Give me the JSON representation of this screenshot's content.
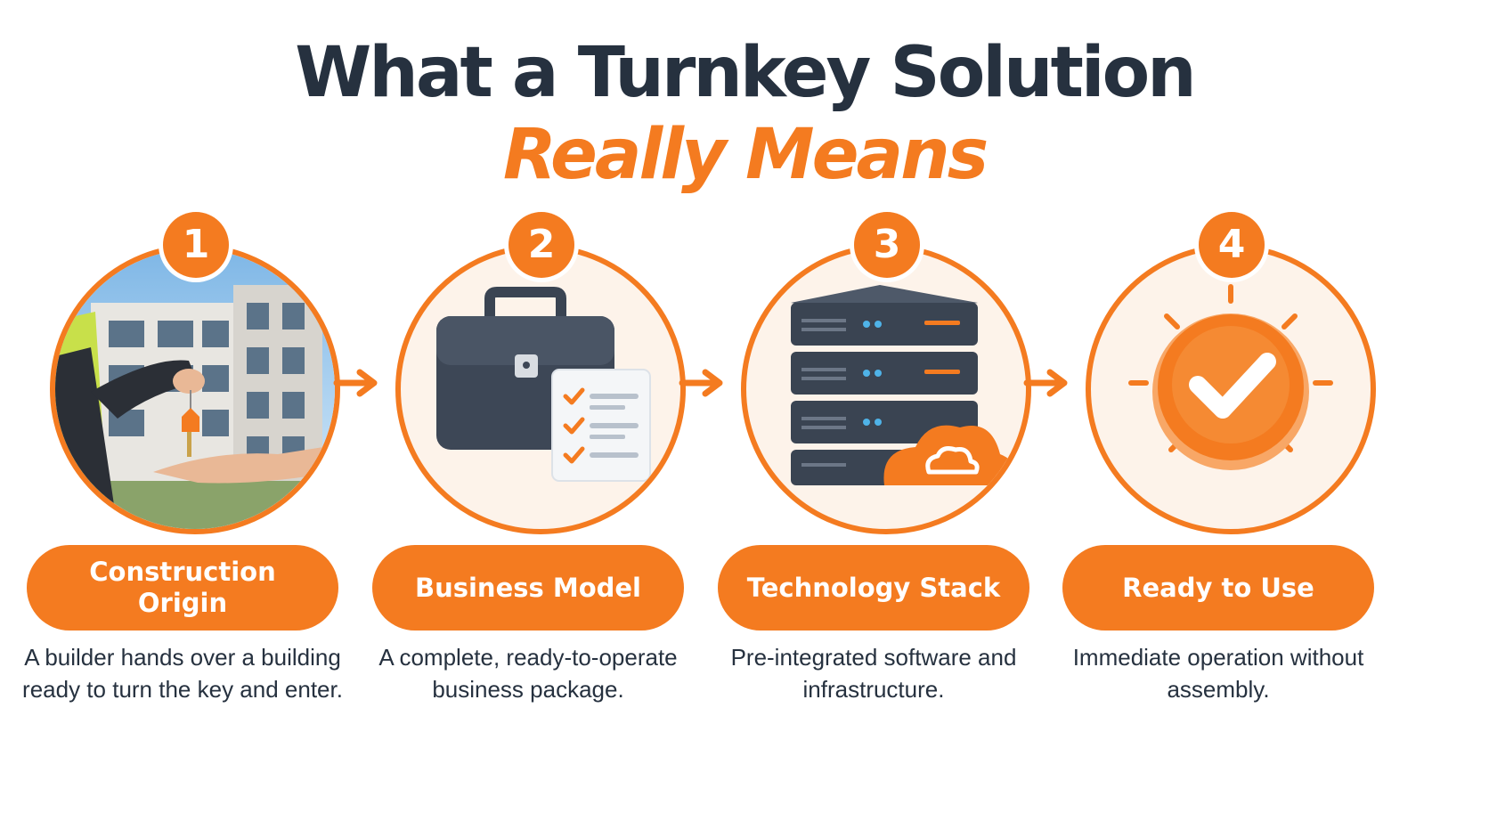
{
  "title": {
    "line1": "What a Turnkey Solution",
    "line2": "Really Means"
  },
  "colors": {
    "accent": "#f47b20",
    "dark": "#26313f",
    "ring_fill": "#fdf3ea"
  },
  "steps": [
    {
      "number": "1",
      "label": "Construction Origin",
      "description": "A builder hands over a building ready to turn the key and enter.",
      "icon": "building-key-handover-icon"
    },
    {
      "number": "2",
      "label": "Business Model",
      "description": "A complete, ready-to-operate business package.",
      "icon": "briefcase-checklist-icon"
    },
    {
      "number": "3",
      "label": "Technology Stack",
      "description": "Pre-integrated software and infrastructure.",
      "icon": "server-cloud-icon"
    },
    {
      "number": "4",
      "label": "Ready to Use",
      "description": "Immediate operation without assembly.",
      "icon": "check-badge-icon"
    }
  ]
}
